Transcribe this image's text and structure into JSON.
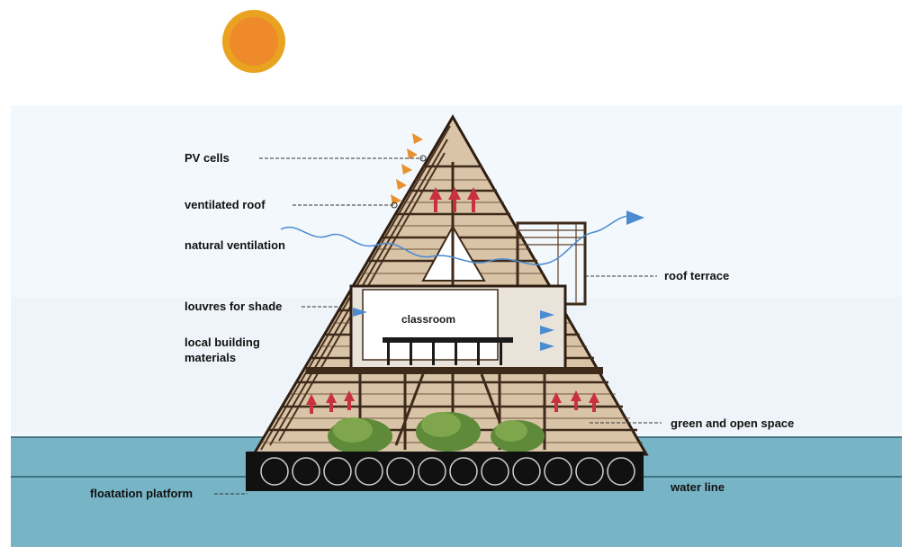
{
  "labels": {
    "pv_cells": "PV cells",
    "ventilated_roof": "ventilated roof",
    "natural_ventilation": "natural ventilation",
    "louvres_for_shade": "louvres for shade",
    "local_building_materials": "local building materials",
    "roof_terrace": "roof terrace",
    "green_and_open_space": "green and open space",
    "floatation_platform": "floatation platform",
    "water_line": "water line",
    "classroom": "classroom"
  },
  "colors": {
    "sun_outer": "#E9A321",
    "sun_inner": "#EE8A2A",
    "sky": "#F3F8FC",
    "water": "#77B5C6",
    "water_deep": "#5FA2B5",
    "timber": "#3E2A1A",
    "timber_light": "#6A4A2E",
    "solar_arrow": "#E8912E",
    "heat_arrow": "#C8323E",
    "wind": "#4A8BD1"
  }
}
